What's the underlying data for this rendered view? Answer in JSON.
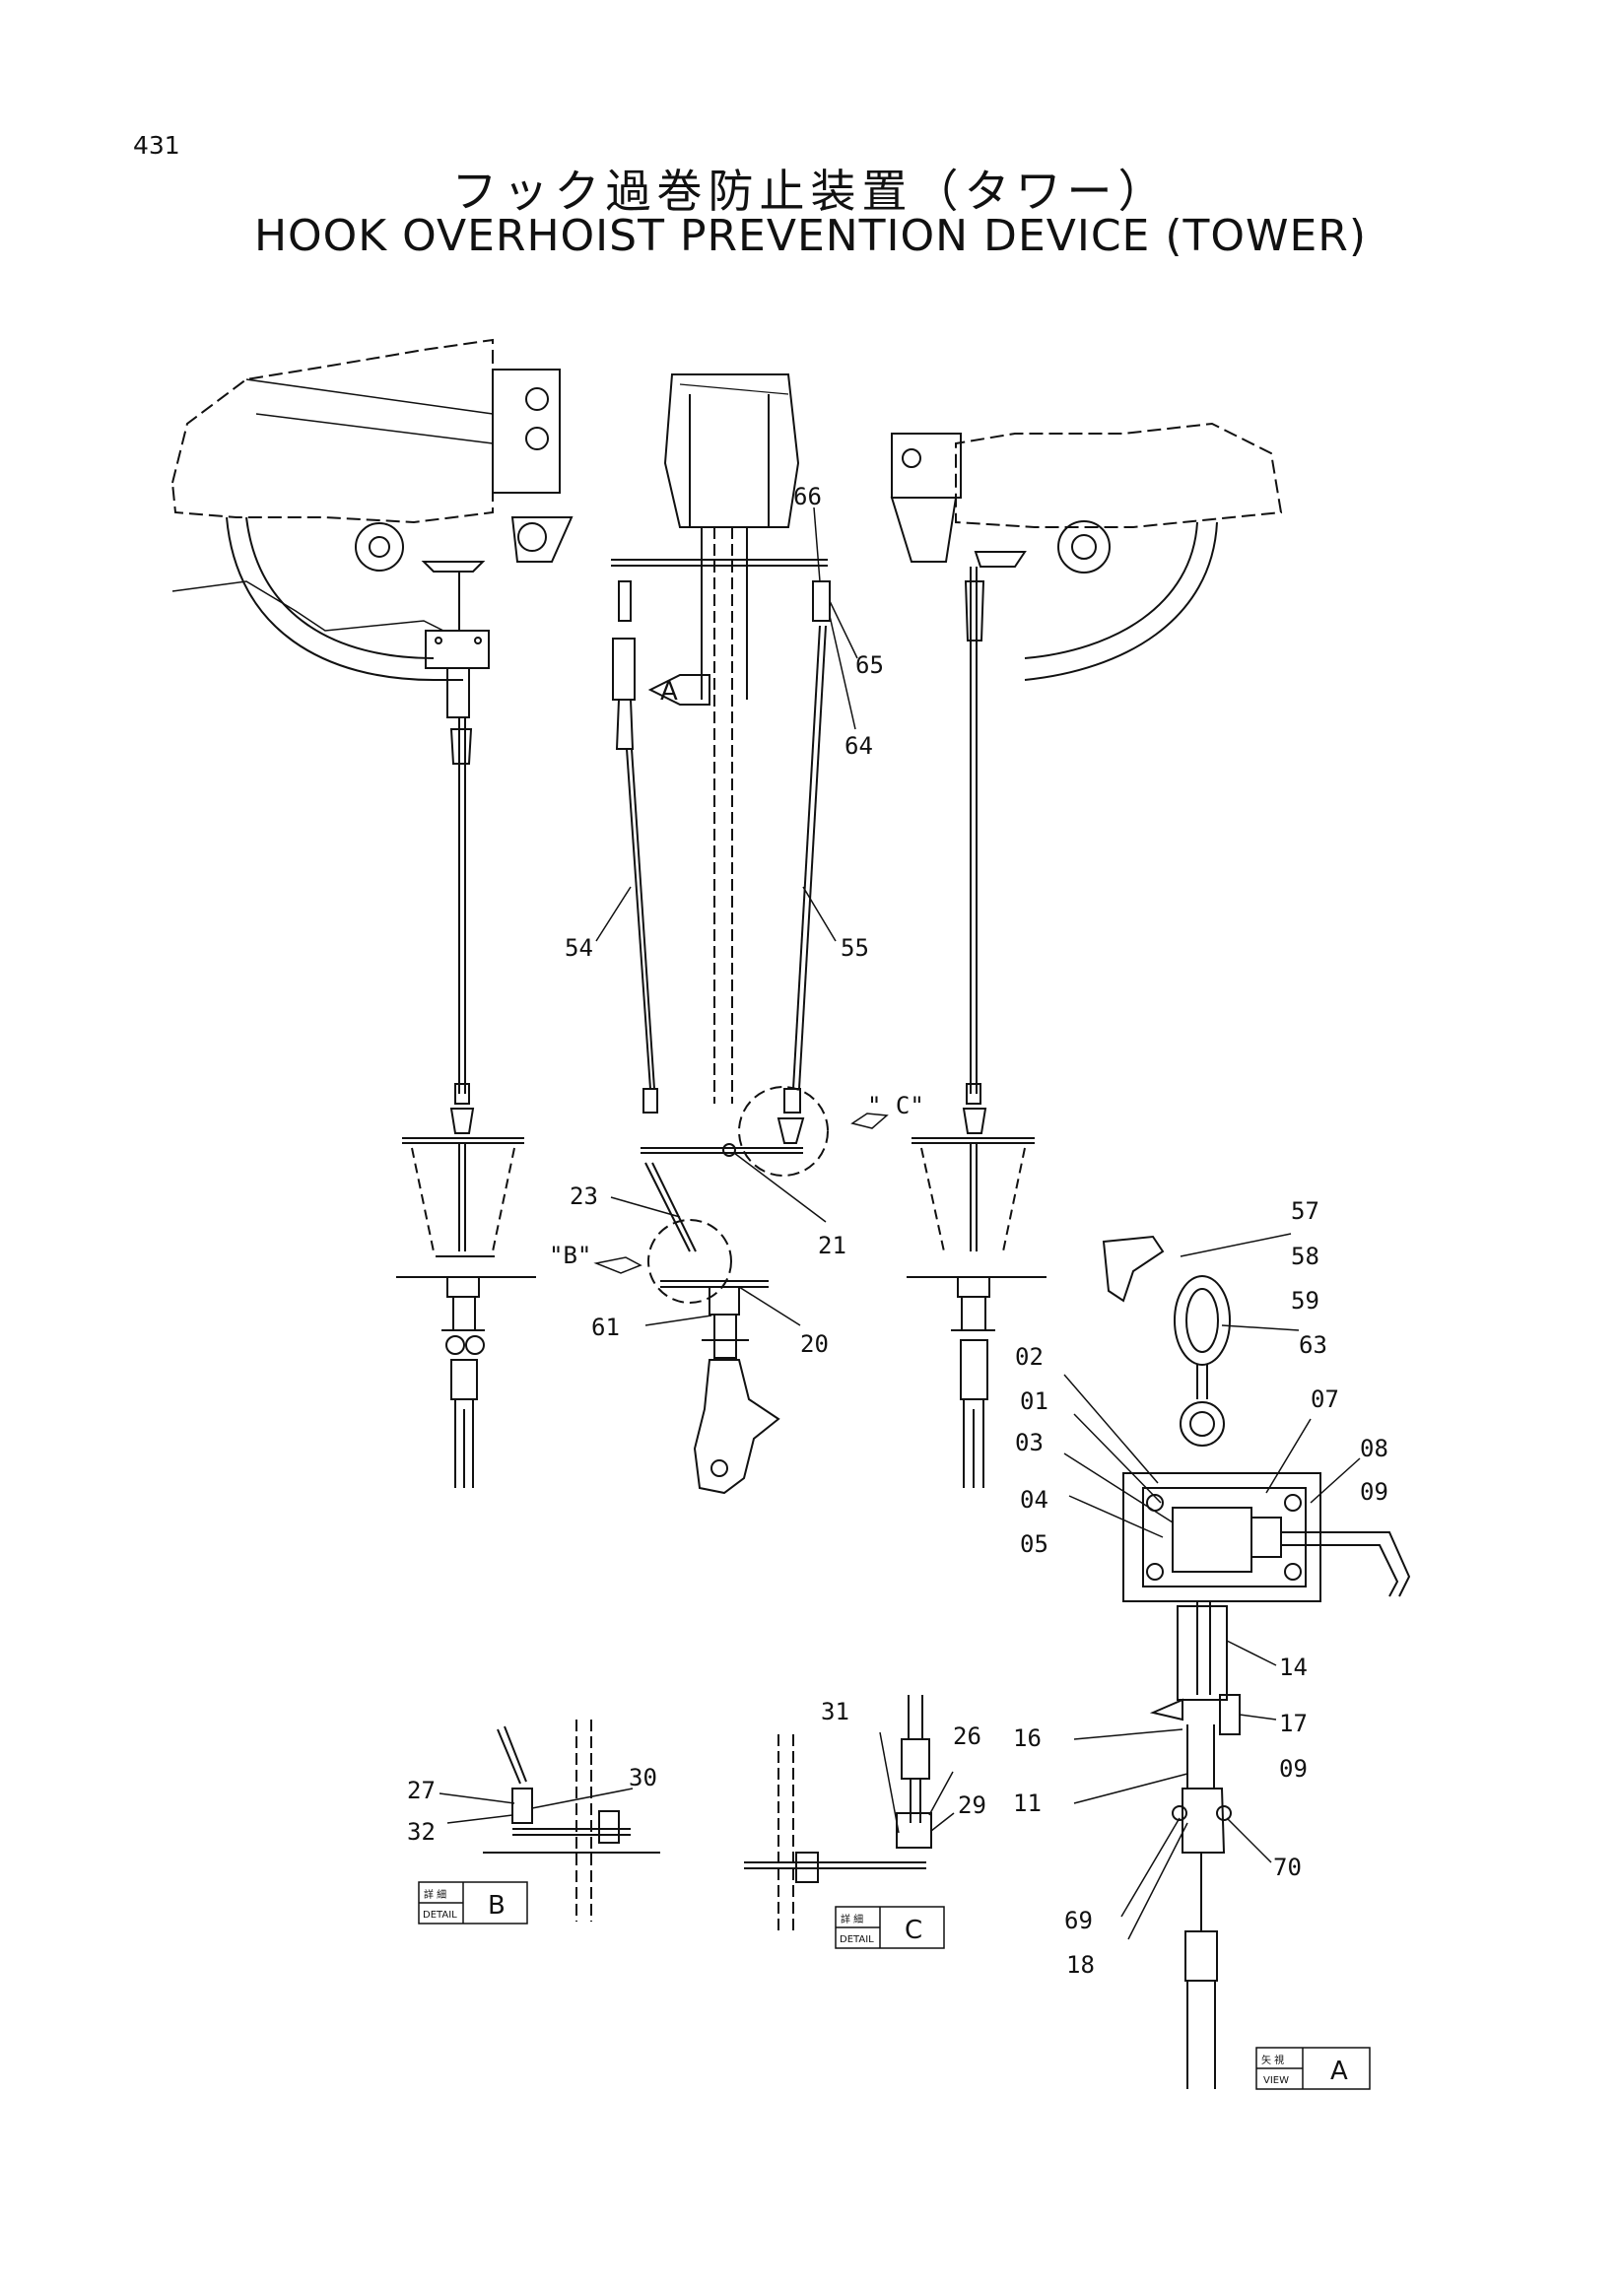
{
  "page_number": "431",
  "title_ja": "フック過巻防止装置（タワー）",
  "title_en": "HOOK OVERHOIST PREVENTION DEVICE (TOWER)",
  "callouts": {
    "c66": "66",
    "c65": "65",
    "c64": "64",
    "c54": "54",
    "c55": "55",
    "c23": "23",
    "c21": "21",
    "c61": "61",
    "c20": "20",
    "c57": "57",
    "c58": "58",
    "c59": "59",
    "c63": "63",
    "c02": "02",
    "c01": "01",
    "c03": "03",
    "c04": "04",
    "c05": "05",
    "c07": "07",
    "c08": "08",
    "c09a": "09",
    "c14": "14",
    "c16": "16",
    "c17": "17",
    "c09b": "09",
    "c11": "11",
    "c69": "69",
    "c70": "70",
    "c18": "18",
    "c31": "31",
    "c26": "26",
    "c29": "29",
    "c27": "27",
    "c30": "30",
    "c32": "32"
  },
  "view_markers": {
    "arrow_a": "A",
    "detail_b_ref": "\"B\"",
    "detail_c_ref": "\" C\""
  },
  "boxes": {
    "detail_b": {
      "kanji": "詳 細",
      "word": "DETAIL",
      "letter": "B"
    },
    "detail_c": {
      "kanji": "詳 細",
      "word": "DETAIL",
      "letter": "C"
    },
    "view_a": {
      "kanji": "矢 視",
      "word": "VIEW",
      "letter": "A"
    }
  }
}
